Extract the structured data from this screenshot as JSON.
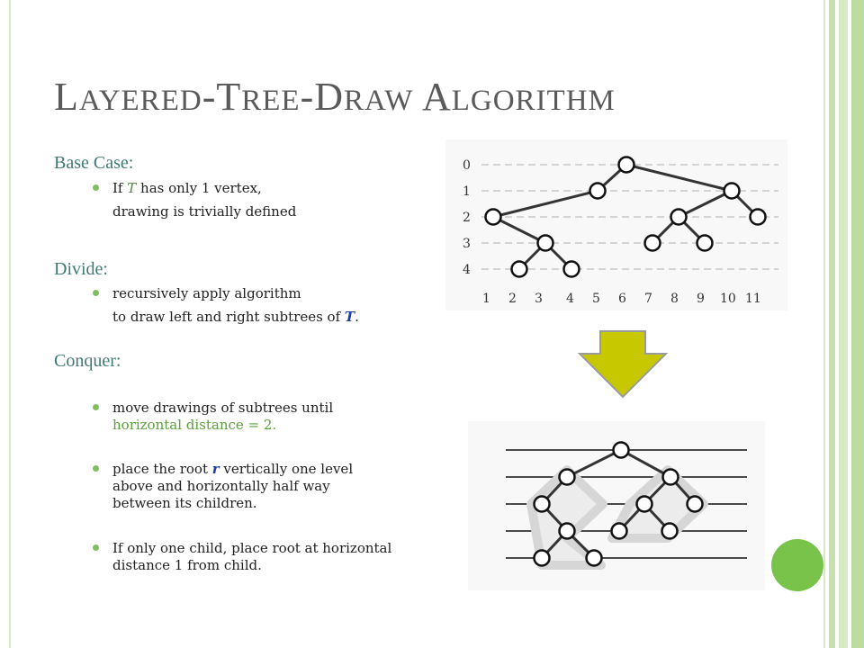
{
  "title": {
    "w1_first": "L",
    "w1_rest": "AYERED",
    "sep1": "-",
    "w2_first": "T",
    "w2_rest": "REE",
    "sep2": "-",
    "w3_first": "D",
    "w3_rest": "RAW",
    "w4_first": "A",
    "w4_rest": "LGORITHM"
  },
  "base_case": {
    "heading": "Base Case:",
    "line1_a": "If ",
    "line1_t": "T",
    "line1_b": " has only 1 vertex,",
    "line2": "drawing is trivially defined"
  },
  "divide": {
    "heading": "Divide:",
    "line1": "recursively apply algorithm",
    "line2_a": "to draw left and right subtrees of ",
    "line2_t": "T",
    "line2_b": "."
  },
  "conquer": {
    "heading": "Conquer:",
    "b1_line1": "move drawings of subtrees until",
    "b1_line2": "horizontal distance = 2.",
    "b2_line1_a": "place the root ",
    "b2_line1_r": "r",
    "b2_line1_b": " vertically one level",
    "b2_line2": "above and horizontally half way",
    "b2_line3": "between its children.",
    "b3_line1": "If only one child, place root at horizontal",
    "b3_line2": "distance 1 from child."
  },
  "grid_diagram": {
    "level_labels": [
      "0",
      "1",
      "2",
      "3",
      "4"
    ],
    "column_labels": [
      "1",
      "2",
      "3",
      "4",
      "5",
      "6",
      "7",
      "8",
      "9",
      "10",
      "11"
    ]
  },
  "colors": {
    "accent_green": "#79c34a",
    "arrow_fill": "#c8c800",
    "heading_teal": "#3e7a74"
  }
}
